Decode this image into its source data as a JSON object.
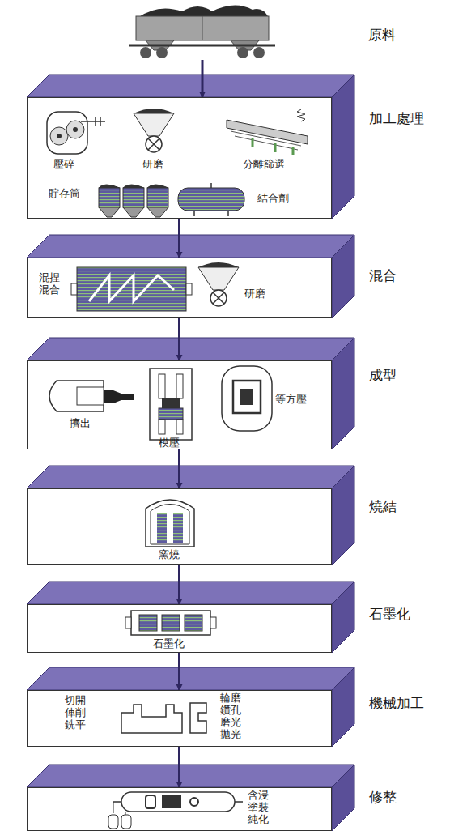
{
  "diagram": {
    "nodes": [
      {
        "text": [
          "原料"
        ]
      },
      {
        "text": [
          "加工處理"
        ]
      },
      {
        "text": [
          "混合"
        ]
      },
      {
        "text": [
          "成型"
        ]
      },
      {
        "text": [
          "燒結"
        ]
      },
      {
        "text": [
          "石墨化"
        ]
      },
      {
        "text": [
          "機械加工"
        ]
      },
      {
        "text": [
          "修整"
        ]
      }
    ],
    "edges": [
      {
        "from": 0,
        "to": 1,
        "arrow": "to"
      },
      {
        "from": 1,
        "to": 2,
        "arrow": "to"
      },
      {
        "from": 2,
        "to": 3,
        "arrow": "to"
      },
      {
        "from": 3,
        "to": 4,
        "arrow": "to"
      },
      {
        "from": 4,
        "to": 5,
        "arrow": "to"
      },
      {
        "from": 5,
        "to": 6,
        "arrow": "to"
      },
      {
        "from": 6,
        "to": 7,
        "arrow": "to"
      }
    ],
    "labels": [
      "壓碎",
      "研磨",
      "分離篩選",
      "貯存筒",
      "結合劑",
      "混捏 混合",
      "研磨",
      "擠出",
      "模壓",
      "等方壓",
      "窯燒",
      "石墨化",
      "切開 俥削 銑平",
      "輪磨 鑽孔 磨光 拋光",
      "含浸 塗裝 純化"
    ]
  }
}
